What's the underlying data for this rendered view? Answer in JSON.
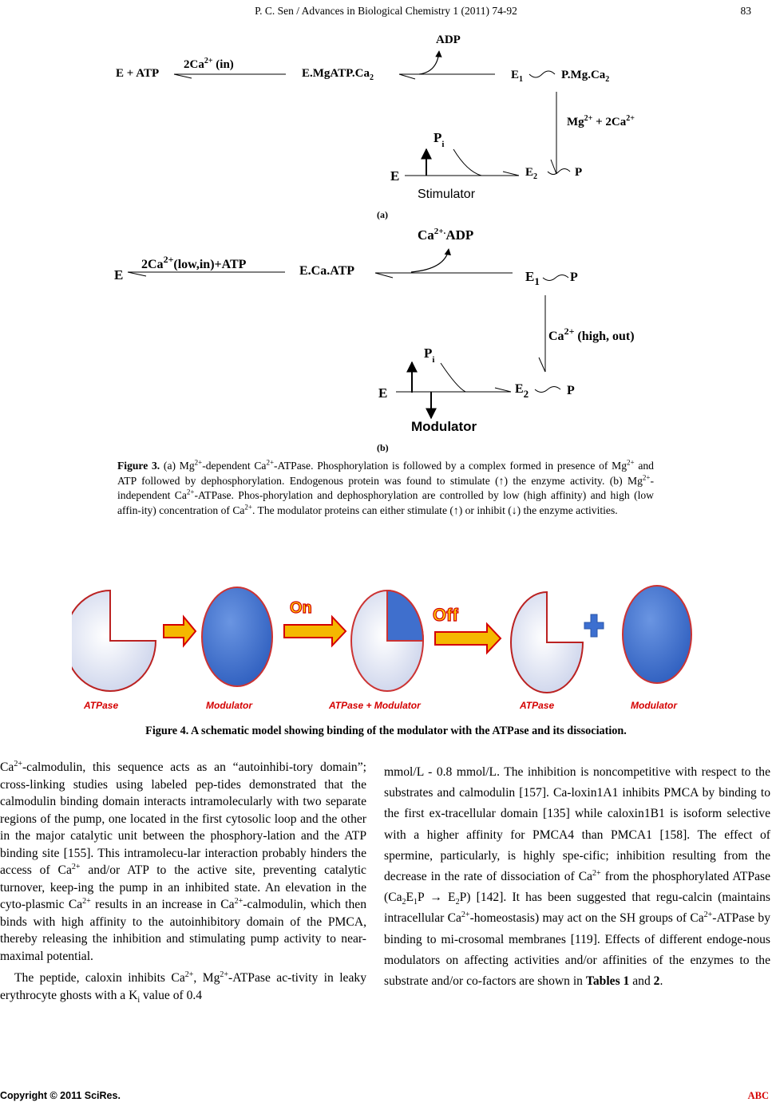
{
  "header": {
    "title": "P. C. Sen / Advances in Biological Chemistry 1 (2011) 74-92",
    "page_number": "83"
  },
  "figure3": {
    "a": {
      "e_atp": "E + ATP",
      "ca_in": "2Ca",
      "ca_in_sup": "2+",
      "ca_in_rest": " (in)",
      "complex": "E.MgATP.Ca",
      "complex_sub": "2",
      "adp": "ADP",
      "e1": "E",
      "e1_sub": "1",
      "pmgca": "P.Mg.Ca",
      "pmgca_sub": "2",
      "mg": "Mg",
      "mg_sup": "2+",
      "mg_rest": " + 2Ca",
      "mg_rest_sup": "2+",
      "pi": "P",
      "pi_sub": "i",
      "e": "E",
      "e2": "E",
      "e2_sub": "2",
      "p": "P",
      "stimulator": "Stimulator",
      "label": "(a)"
    },
    "b": {
      "ca_adp": "Ca",
      "ca_adp_sup": "2+.",
      "ca_adp_rest": "ADP",
      "ca_low": "2Ca",
      "ca_low_sup": "2+",
      "ca_low_rest": "(low,in)+ATP",
      "e": "E",
      "ecaatp": "E.Ca.ATP",
      "e1": "E",
      "e1_sub": "1",
      "p": "P",
      "ca_high": "Ca",
      "ca_high_sup": "2+",
      "ca_high_rest": " (high, out)",
      "pi": "P",
      "pi_sub": "i",
      "e_bottom": "E",
      "e2": "E",
      "e2_sub": "2",
      "p2": "P",
      "modulator": "Modulator",
      "label": "(b)"
    },
    "caption": {
      "bold": "Figure 3.",
      "t1": " (a) Mg",
      "s1": "2+",
      "t2": "-dependent Ca",
      "s2": "2+",
      "t3": "-ATPase. Phosphorylation is followed by a complex formed in presence of Mg",
      "s3": "2+",
      "t4": " and ATP followed by dephosphorylation. Endogenous protein was found to stimulate (↑) the enzyme activity. (b) Mg",
      "s4": "2+",
      "t5": "-independent Ca",
      "s5": "2+",
      "t6": "-ATPase. Phos-phorylation and dephosphorylation are controlled by low (high affinity) and high (low affin-ity) concentration of Ca",
      "s6": "2+",
      "t7": ". The modulator proteins can either stimulate (↑) or inhibit (↓) the enzyme activities."
    }
  },
  "figure4": {
    "label_atpase_1": "ATPase",
    "label_modulator_1": "Modulator",
    "label_complex": "ATPase + Modulator",
    "label_atpase_2": "ATPase",
    "label_modulator_2": "Modulator",
    "on": "On",
    "off": "Off",
    "caption": "Figure 4. A schematic model showing binding of the modulator with the ATPase and its dissociation.",
    "colors": {
      "atpase_fill": "#dfe4f3",
      "modulator_fill": "#4a7bd4",
      "arrow_fill": "#f5b800",
      "arrow_stroke": "#d40000",
      "label_color": "#d40000",
      "plus_color": "#3c6fd0"
    }
  },
  "left_column": {
    "p1": [
      "Ca",
      "2+",
      "-calmodulin, this sequence acts as an “autoinhibi-tory domain”; cross-linking studies using labeled pep-tides demonstrated that the calmodulin binding domain interacts intramolecularly with two separate regions of the pump, one located in the first cytosolic loop and the other in the major catalytic unit between the phosphory-lation and the ATP binding site [155]. This intramolecu-lar interaction probably hinders the access of Ca",
      "2+",
      " and/or ATP to the active site, preventing catalytic turnover, keep-ing the pump in an inhibited state. An elevation in the cyto-plasmic Ca",
      "2+",
      " results in an increase in Ca",
      "2+",
      "-calmodulin, which then binds with high affinity to the autoinhibitory domain of the PMCA, thereby releasing the inhibition and stimulating pump activity to near-maximal potential."
    ],
    "p2": [
      "The peptide, caloxin inhibits Ca",
      "2+",
      ", Mg",
      "2+",
      "-ATPase ac-tivity in leaky erythrocyte ghosts with a K",
      "i",
      " value of 0.4"
    ]
  },
  "right_column": {
    "p1": [
      "mmol/L - 0.8 mmol/L. The inhibition is noncompetitive with respect to the substrates and calmodulin [157]. Ca-loxin1A1 inhibits PMCA by binding to the first ex-tracellular domain [135] while caloxin1B1 is isoform selective with a higher affinity for PMCA4 than PMCA1 [158]. The effect of spermine, particularly, is highly spe-cific; inhibition resulting from the decrease in the rate of dissociation of Ca",
      "2+",
      " from the phosphorylated ATPase (Ca",
      "2",
      "E",
      "1",
      "P → E",
      "2",
      "P) [142]. It has been suggested that regu-calcin (maintains intracellular Ca",
      "2+",
      "-homeostasis) may act on the SH groups of Ca",
      "2+",
      "-ATPase by binding to mi-crosomal membranes [119]. Effects of different endoge-nous modulators on affecting activities and/or affinities of the enzymes to the substrate and/or co-factors are shown in ",
      "Tables 1",
      " and ",
      "2",
      "."
    ]
  },
  "footer": {
    "copyright": "Copyright © 2011 SciRes.",
    "logo": "ABC"
  }
}
